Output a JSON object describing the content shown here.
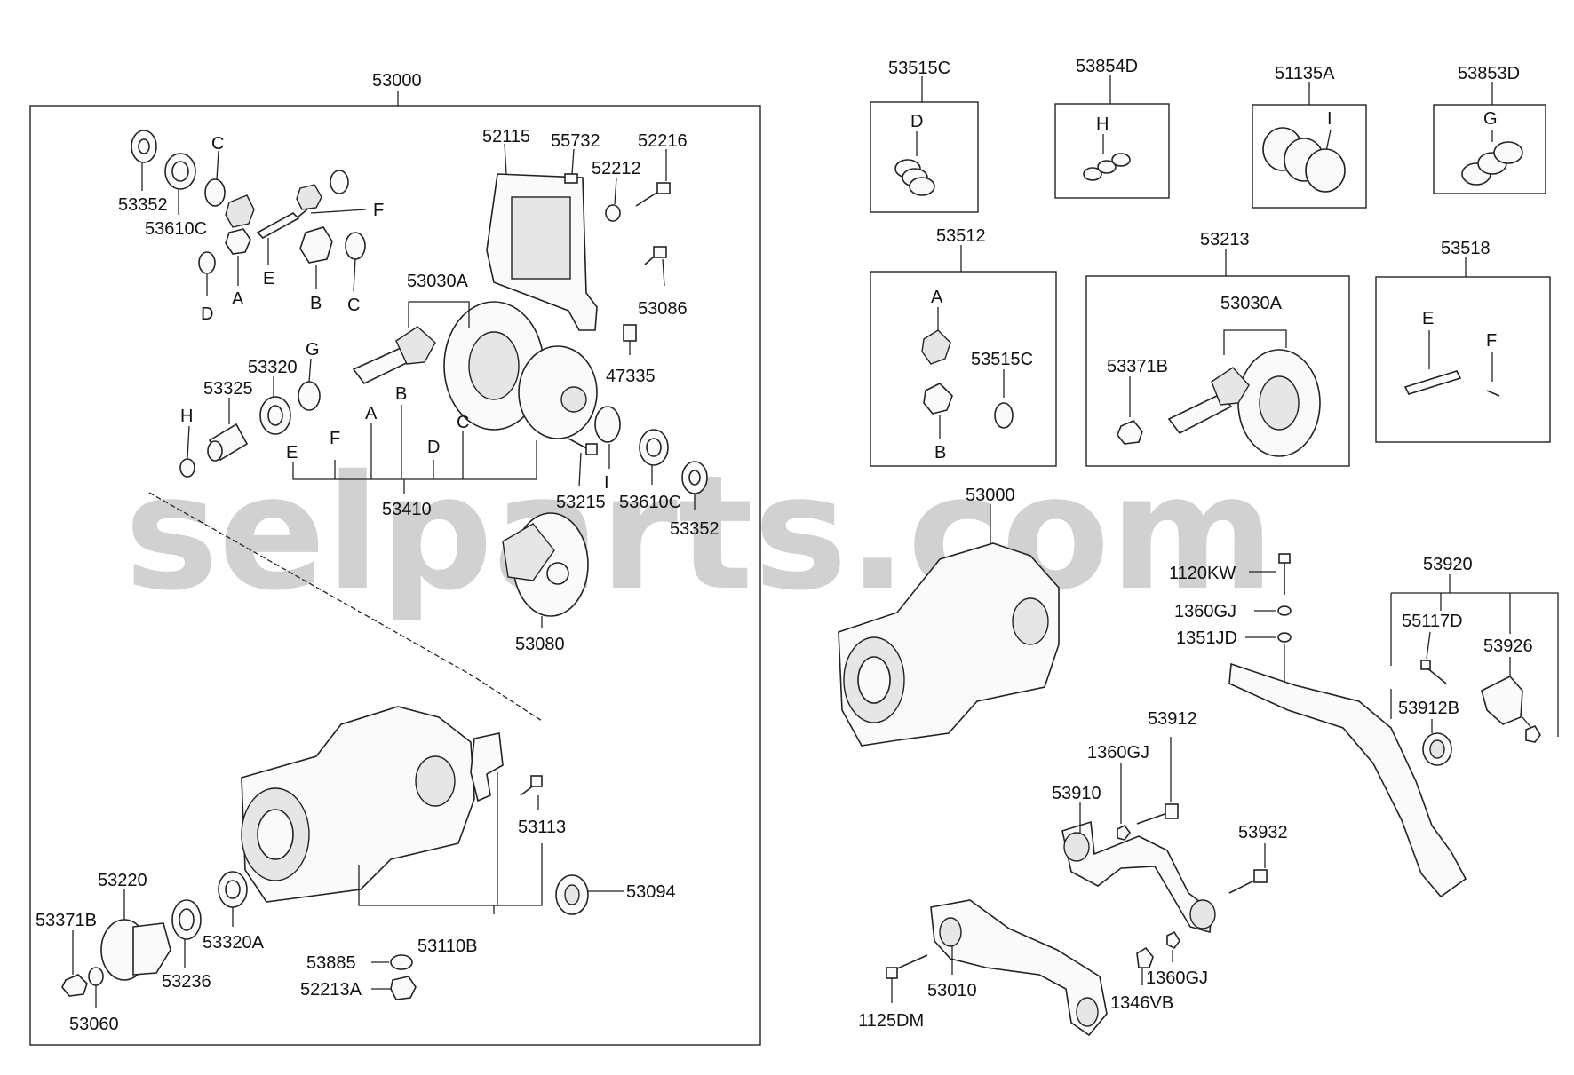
{
  "watermark": "selparts.com",
  "assembly_labels": {
    "main_assembly": "53000",
    "diff_gear_kit": "53410",
    "carrier_case": "53110B",
    "case_sub": "53080"
  },
  "left_panel": {
    "thrust_washer_top": "53352",
    "bearing_top": "53610C",
    "c_top": "C",
    "d_left": "D",
    "a_gear": "A",
    "e_shaft": "E",
    "b_gear": "B",
    "f_pin": "F",
    "c_right": "C",
    "cover": "52115",
    "dowel": "55732",
    "bolt_top": "52216",
    "washer_top": "52212",
    "bolt_mid": "53086",
    "breather": "47335",
    "gear_set": "53030A",
    "bearing_pinion": "53320",
    "shim_g": "G",
    "spacer": "53325",
    "ring_h": "H",
    "kit_e": "E",
    "kit_f": "F",
    "kit_a": "A",
    "kit_b": "B",
    "kit_d": "D",
    "kit_c": "C",
    "ring_i": "I",
    "bolt_ring": "53215",
    "bearing_side": "53610C",
    "thrust_side": "53352",
    "flange": "53220",
    "nut": "53371B",
    "seal": "53236",
    "bearing_out": "53320A",
    "washer_bottom": "53060",
    "bolt_carrier": "53113",
    "plug": "53094",
    "gasket": "53885",
    "drain": "52213A"
  },
  "kits": {
    "k1": {
      "code": "53515C",
      "letter": "D"
    },
    "k2": {
      "code": "53854D",
      "letter": "H"
    },
    "k3": {
      "code": "51135A",
      "letter": "I"
    },
    "k4": {
      "code": "53853D",
      "letter": "G"
    },
    "k5": {
      "code": "53512",
      "a": "A",
      "b": "B",
      "sub": "53515C"
    },
    "k6": {
      "code": "53213",
      "gear": "53030A",
      "nut": "53371B"
    },
    "k7": {
      "code": "53518",
      "e": "E",
      "f": "F"
    }
  },
  "right_panel": {
    "diff_assy": "53000",
    "bolt_long": "1120KW",
    "washer_a": "1360GJ",
    "washer_b": "1351JD",
    "mount_assy": "53920",
    "bolt_mount": "55117D",
    "bracket": "53926",
    "bush": "53912B",
    "bolt_arm": "53912",
    "nut_arm": "1360GJ",
    "arm": "53910",
    "bolt_bottom": "53932",
    "crossmember": "53010",
    "bolt_cross": "1125DM",
    "nut_b1": "1346VB",
    "nut_b2": "1360GJ"
  }
}
